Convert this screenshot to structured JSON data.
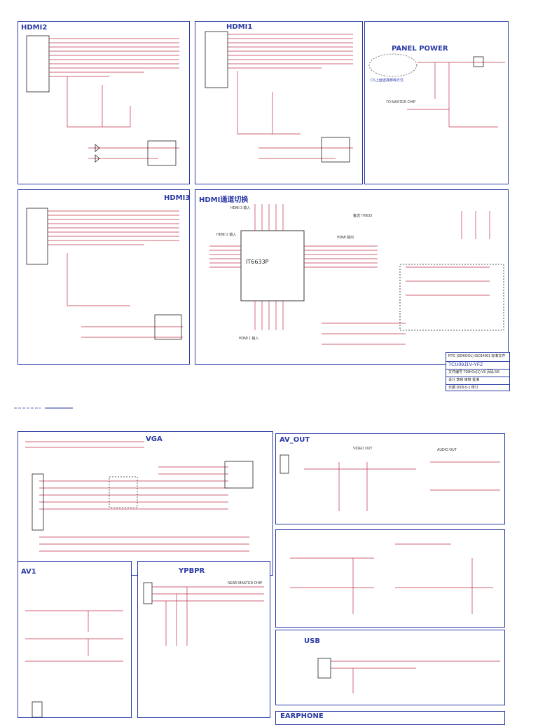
{
  "sheet1": {
    "panels": {
      "hdmi2": "HDMI2",
      "hdmi1": "HDMI1",
      "panel_power": "PANEL POWER",
      "hdmi3": "HDMI3",
      "hdmi_switch": "HDMI通道切换"
    },
    "labels": {
      "chip": "IT6633P",
      "hdmi3_in": "HDMI 3 输入",
      "hdmi2_in": "HDMI 2 输入",
      "hdmi1_in": "HDMI 1 输入",
      "hdmi_out": "HDMI 输出",
      "master_chip": "TO MASTER CHIP",
      "it_label": "备选 IT6633",
      "panel_note": "CS上面选择那种方式"
    },
    "titleblock": {
      "company": "RTC (SOKOOL) ISO14001 标准文件",
      "model": "TCU09J1V-YFZ",
      "row3": "文件编号 T09H1V(1) V0   页码 6/6",
      "row4": "设计 李映  审核  批准",
      "row5": "日期 2009-5-1  修订"
    }
  },
  "sheet2": {
    "panels": {
      "vga": "VGA",
      "av_out": "AV_OUT",
      "av1": "AV1",
      "ypbpr": "YPBPR",
      "usb": "USB",
      "earphone": "EARPHONE"
    },
    "labels": {
      "video_out": "VIDEO OUT",
      "audio_out": "AUDIO OUT",
      "near_master": "NEAR MASTER CHIP"
    }
  },
  "colors": {
    "frame": "#2a3aa6",
    "wire": "#c0304a",
    "ink": "#222222"
  }
}
